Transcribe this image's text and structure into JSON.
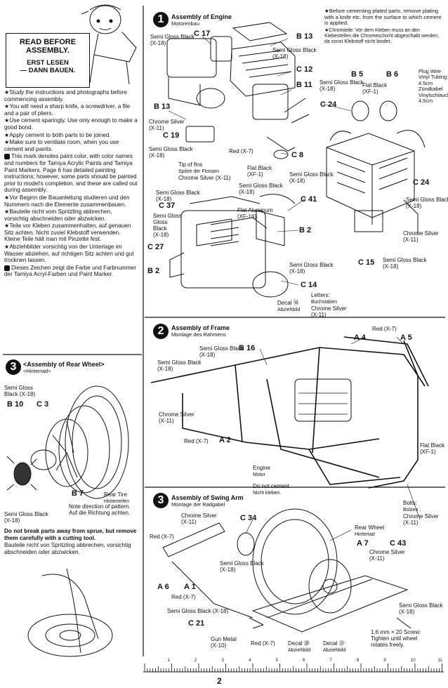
{
  "read_before": {
    "line1": "READ BEFORE",
    "line2": "ASSEMBLY.",
    "line3": "ERST LESEN",
    "line4": "— DANN BAUEN."
  },
  "instructions": [
    "★Study the instructions and photographs before commencing assembly.",
    "★You will need a sharp knife, a screwdriver, a file and a pair of pliers.",
    "★Use cement sparingly. Use only enough to make a good bond.",
    "★Apply cement to both parts to be joined.",
    "★Make sure to ventilate room, when you use cement and paints.",
    "This mark denotes paint color, with color names and numbers for Tamiya Acrylic Paints and Tamiya Paint Markers. Page 6 has detailed painting instructions; however, some parts should be painted prior to model's completion, and these are called out during assembly.",
    "★Vor Beginn die Bauanleitung studieren und den Nummern nach die Elemente zusammenbauen.",
    "★Bauteile nicht vom Spritzling abbrechen, vorsichtig abschneiden oder abzwicken.",
    "★Teile vor Kleben zusammenhalten, auf genauen Sitz achten. Nicht zuviel Klebstoff verwenden. Kleine Teile hält man mit Pinzette fest.",
    "★Abziehbilder vorsichtig von der Unterlage im Wasser abziehen, auf richtigen Sitz achten und gut trocknen lassen.",
    "Dieses Zeichen zeigt die Farbe und Farbnummer der Tamiya Acryl-Farben und Paint Marker."
  ],
  "warning": {
    "en": "Do not break parts away from sprue, but remove them carefully with a cutting tool.",
    "de": "Bauteile nicht von Spritzling abbrechen, vorsichtig abschneiden oder abzwicken."
  },
  "top_right_note": {
    "en": "★Before cementing plated parts, remove plating with a knife etc. from the surface to which cement is applied.",
    "de": "★Chromteile: Vor dem Kleben muss an den Klebestellen die Chromeschicht abgeschabt werden, da sonst Klebstoff nicht bindet."
  },
  "step1": {
    "num": "1",
    "title": "Assembly of Engine",
    "sub": "Motorenbau"
  },
  "step2": {
    "num": "2",
    "title": "Assembly of Frame",
    "sub": "Montage des Rahmens"
  },
  "step3a": {
    "num": "3",
    "title": "<Assembly of Rear Wheel>",
    "sub": "<Hinterrad>"
  },
  "step3b": {
    "num": "3",
    "title": "Assembly of Swing Arm",
    "sub": "Montage der Radgabel"
  },
  "labels": {
    "sgb": "Semi Gloss Black",
    "x18": "(X-18)",
    "sg": "Semi Gloss",
    "chrome_silver": "Chrome Silver",
    "x11": "(X-11)",
    "red": "Red (X-7)",
    "flat_black": "Flat Black",
    "xf1": "(XF-1)",
    "flat_alu": "Flat Aluminum",
    "xf16": "(XF-16)",
    "gun_metal": "Gun Metal",
    "x10": "(X-10)",
    "tip_fins": "Tip of fins",
    "tip_fins_de": "Spitze der Flossen",
    "tip_fins_color": "Chrome Silver (X-11)",
    "plug_wire": "Plug Wire",
    "vinyl": "Vinyl Tubing:",
    "len45": "4.5cm",
    "zund": "Zündkabel",
    "vinylschl": "Vinylschlauch:",
    "letters": "Letters:",
    "buchst": "Buchstaben",
    "decal18": "Decal ⑱",
    "abzieh": "Abziehbild",
    "engine": "Engine",
    "motor": "Motor",
    "no_cement": "Do not cement",
    "nicht_kleben": "Nicht kleben.",
    "bolts": "Bolts:",
    "bolzen": "Bolzen :",
    "rear_tire": "Rear Tire",
    "hinterreifen": "Hinterreifen",
    "note_dir": "Note direction of pattern.",
    "note_dir_de": "Auf die Richtung achten.",
    "rear_wheel": "Rear Wheel",
    "hinterrad": "Hinterrad",
    "screw": "1.6 mm × 20 Screw:",
    "screw2": "Tighten until wheel",
    "screw3": "rotates freely.",
    "decal20": "Decal ⑳",
    "decal21": "Decal ㉑"
  },
  "parts": {
    "C17": "C 17",
    "B13a": "B 13",
    "C12": "C 12",
    "B11": "B 11",
    "B13b": "B 13",
    "C19": "C 19",
    "C8": "C 8",
    "B5": "B 5",
    "B6": "B 6",
    "C24a": "C 24",
    "C24b": "C 24",
    "C41": "C 41",
    "C37": "C 37",
    "B2a": "B 2",
    "C27": "C 27",
    "B2b": "B 2",
    "C14": "C 14",
    "C15": "C 15",
    "B16": "B 16",
    "A4": "A 4",
    "A5": "A 5",
    "A2": "A 2",
    "B10": "B 10",
    "C3": "C 3",
    "B7": "B 7",
    "C34": "C 34",
    "A7": "A 7",
    "C43": "C 43",
    "A6": "A 6",
    "A1": "A 1",
    "C21": "C 21"
  },
  "ruler": {
    "ticks": [
      "1",
      "2",
      "3",
      "4",
      "5",
      "6",
      "7",
      "8",
      "9",
      "10",
      "11"
    ]
  },
  "page_number": "2"
}
